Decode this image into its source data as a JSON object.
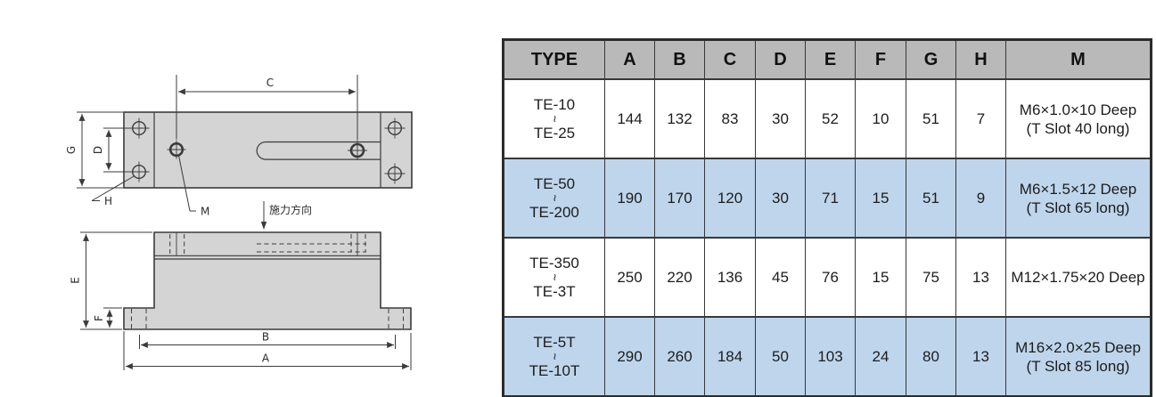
{
  "drawing": {
    "labels": {
      "a": "A",
      "b": "B",
      "c": "C",
      "d": "D",
      "e": "E",
      "f": "F",
      "g": "G",
      "h": "H",
      "m": "M"
    },
    "force_direction_label": "施力方向",
    "part_fill_color": "#d4d4d4",
    "line_color": "#3b3b3b"
  },
  "table": {
    "headers": [
      "TYPE",
      "A",
      "B",
      "C",
      "D",
      "E",
      "F",
      "G",
      "H",
      "M"
    ],
    "tilde": "~",
    "header_bg_color": "#b9b9b9",
    "highlight_row_color": "#bed5ec",
    "rows": [
      {
        "type_from": "TE-10",
        "type_to": "TE-25",
        "values": [
          144,
          132,
          83,
          30,
          52,
          10,
          51,
          7
        ],
        "m_line1": "M6×1.0×10 Deep",
        "m_line2": "(T Slot 40 long)",
        "highlighted": false
      },
      {
        "type_from": "TE-50",
        "type_to": "TE-200",
        "values": [
          190,
          170,
          120,
          30,
          71,
          15,
          51,
          9
        ],
        "m_line1": "M6×1.5×12 Deep",
        "m_line2": "(T Slot 65 long)",
        "highlighted": true
      },
      {
        "type_from": "TE-350",
        "type_to": "TE-3T",
        "values": [
          250,
          220,
          136,
          45,
          76,
          15,
          75,
          13
        ],
        "m_line1": "M12×1.75×20 Deep",
        "m_line2": "",
        "highlighted": false
      },
      {
        "type_from": "TE-5T",
        "type_to": "TE-10T",
        "values": [
          290,
          260,
          184,
          50,
          103,
          24,
          80,
          13
        ],
        "m_line1": "M16×2.0×25 Deep",
        "m_line2": "(T Slot 85 long)",
        "highlighted": true
      }
    ]
  }
}
